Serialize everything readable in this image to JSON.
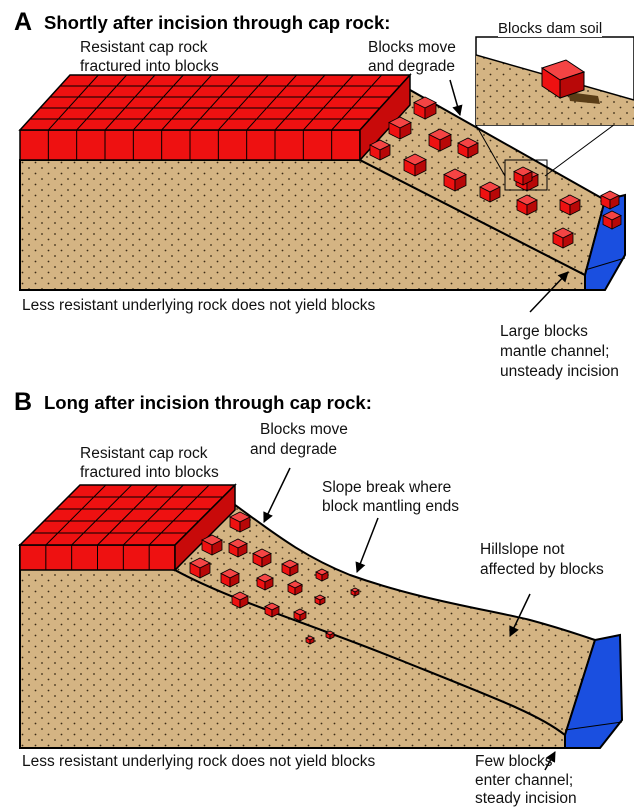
{
  "panel_a": {
    "letter": "A",
    "title": "Shortly after incision through cap rock:",
    "cap_rock_line1": "Resistant cap rock",
    "cap_rock_line2": "fractured into blocks",
    "blocks_move_line1": "Blocks move",
    "blocks_move_line2": "and degrade",
    "inset_title": "Blocks dam soil",
    "underlying": "Less resistant underlying rock does not yield blocks",
    "channel_line1": "Large blocks",
    "channel_line2": "mantle channel;",
    "channel_line3": "unsteady incision"
  },
  "panel_b": {
    "letter": "B",
    "title": "Long after incision through cap rock:",
    "cap_rock_line1": "Resistant cap rock",
    "cap_rock_line2": "fractured into blocks",
    "blocks_move_line1": "Blocks move",
    "blocks_move_line2": "and degrade",
    "slope_break_line1": "Slope break where",
    "slope_break_line2": "block mantling ends",
    "hillslope_line1": "Hillslope not",
    "hillslope_line2": "affected by blocks",
    "underlying": "Less resistant underlying rock does not yield blocks",
    "channel_line1": "Few blocks",
    "channel_line2": "enter channel;",
    "channel_line3": "steady incision"
  },
  "colors": {
    "cap_rock": "#ee1111",
    "soil": "#d4b483",
    "channel": "#1a4fe0",
    "outline": "#000000"
  }
}
